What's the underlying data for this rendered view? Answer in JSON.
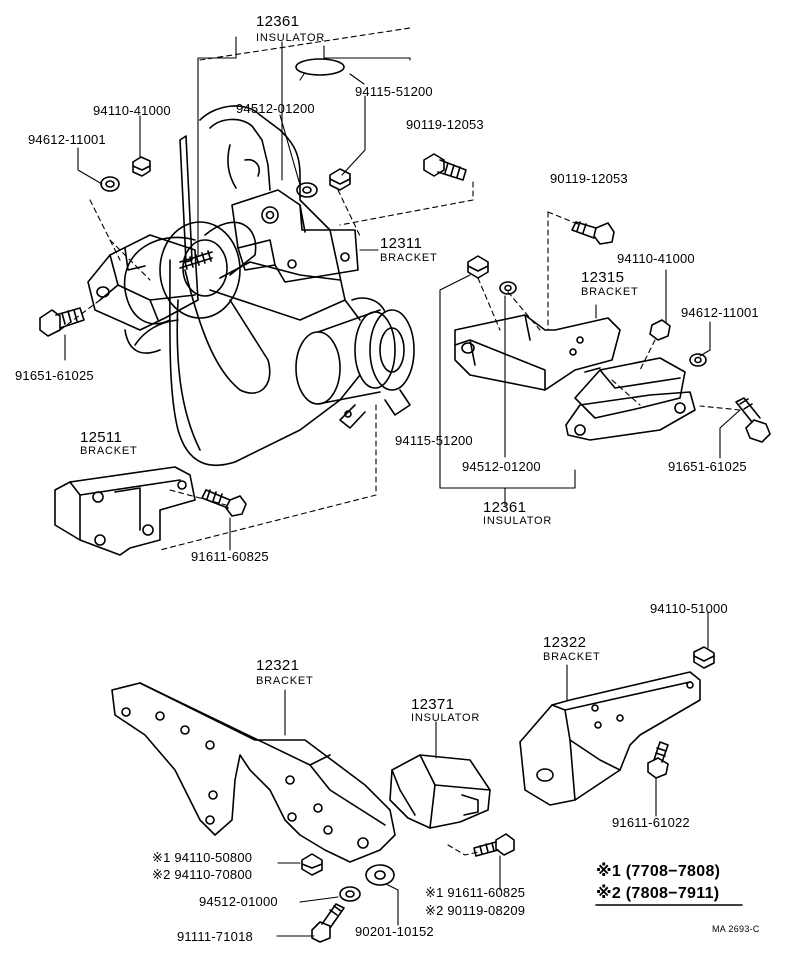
{
  "colors": {
    "ink": "#000000",
    "paper": "#ffffff"
  },
  "labels": {
    "p12361_top": "12361",
    "insulator_top": "INSULATOR",
    "p94115_51200_top": "94115-51200",
    "p94512_01200_top": "94512-01200",
    "p94110_41000_left": "94110-41000",
    "p94612_11001_left": "94612-11001",
    "p90119_12053_a": "90119-12053",
    "p90119_12053_b": "90119-12053",
    "p12311": "12311",
    "bracket_12311": "BRACKET",
    "p94110_41000_right": "94110-41000",
    "p12315": "12315",
    "bracket_12315": "BRACKET",
    "p94612_11001_right": "94612-11001",
    "p91651_61025_left": "91651-61025",
    "p91651_61025_right": "91651-61025",
    "p12511": "12511",
    "bracket_12511": "BRACKET",
    "p94115_51200_mid": "94115-51200",
    "p94512_01200_mid": "94512-01200",
    "p12361_mid": "12361",
    "insulator_mid": "INSULATOR",
    "p91611_60825_left": "91611-60825",
    "p94110_51000": "94110-51000",
    "p12322": "12322",
    "bracket_12322": "BRACKET",
    "p12321": "12321",
    "bracket_12321": "BRACKET",
    "p12371": "12371",
    "insulator_12371": "INSULATOR",
    "p91611_61022": "91611-61022",
    "m1_94110_50800": "※1 94110-50800",
    "m2_94110_70800": "※2 94110-70800",
    "m1_91611_60825": "※1 91611-60825",
    "m2_90119_08209": "※2 90119-08209",
    "p94512_01000": "94512-01000",
    "p90201_10152": "90201-10152",
    "p91111_71018": "91111-71018",
    "legend_1": "※1 (7708−7808)",
    "legend_2": "※2 (7808−7911)",
    "drawing_code": "MA 2693-C"
  }
}
